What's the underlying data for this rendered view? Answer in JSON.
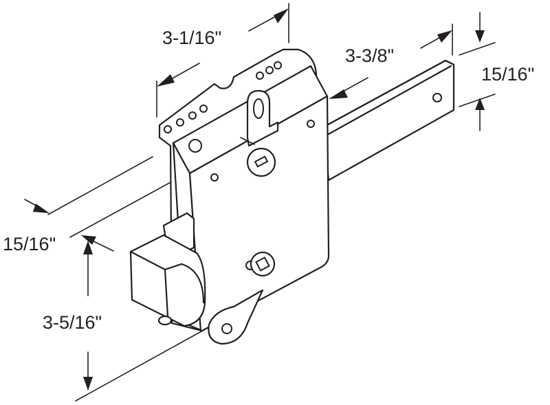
{
  "dimensions": {
    "top_width": "3-1/16\"",
    "bar_length": "3-3/8\"",
    "bar_height": "15/16\"",
    "left_depth": "15/16\"",
    "height": "3-5/16\""
  },
  "colors": {
    "line": "#231f20",
    "background": "#ffffff"
  }
}
